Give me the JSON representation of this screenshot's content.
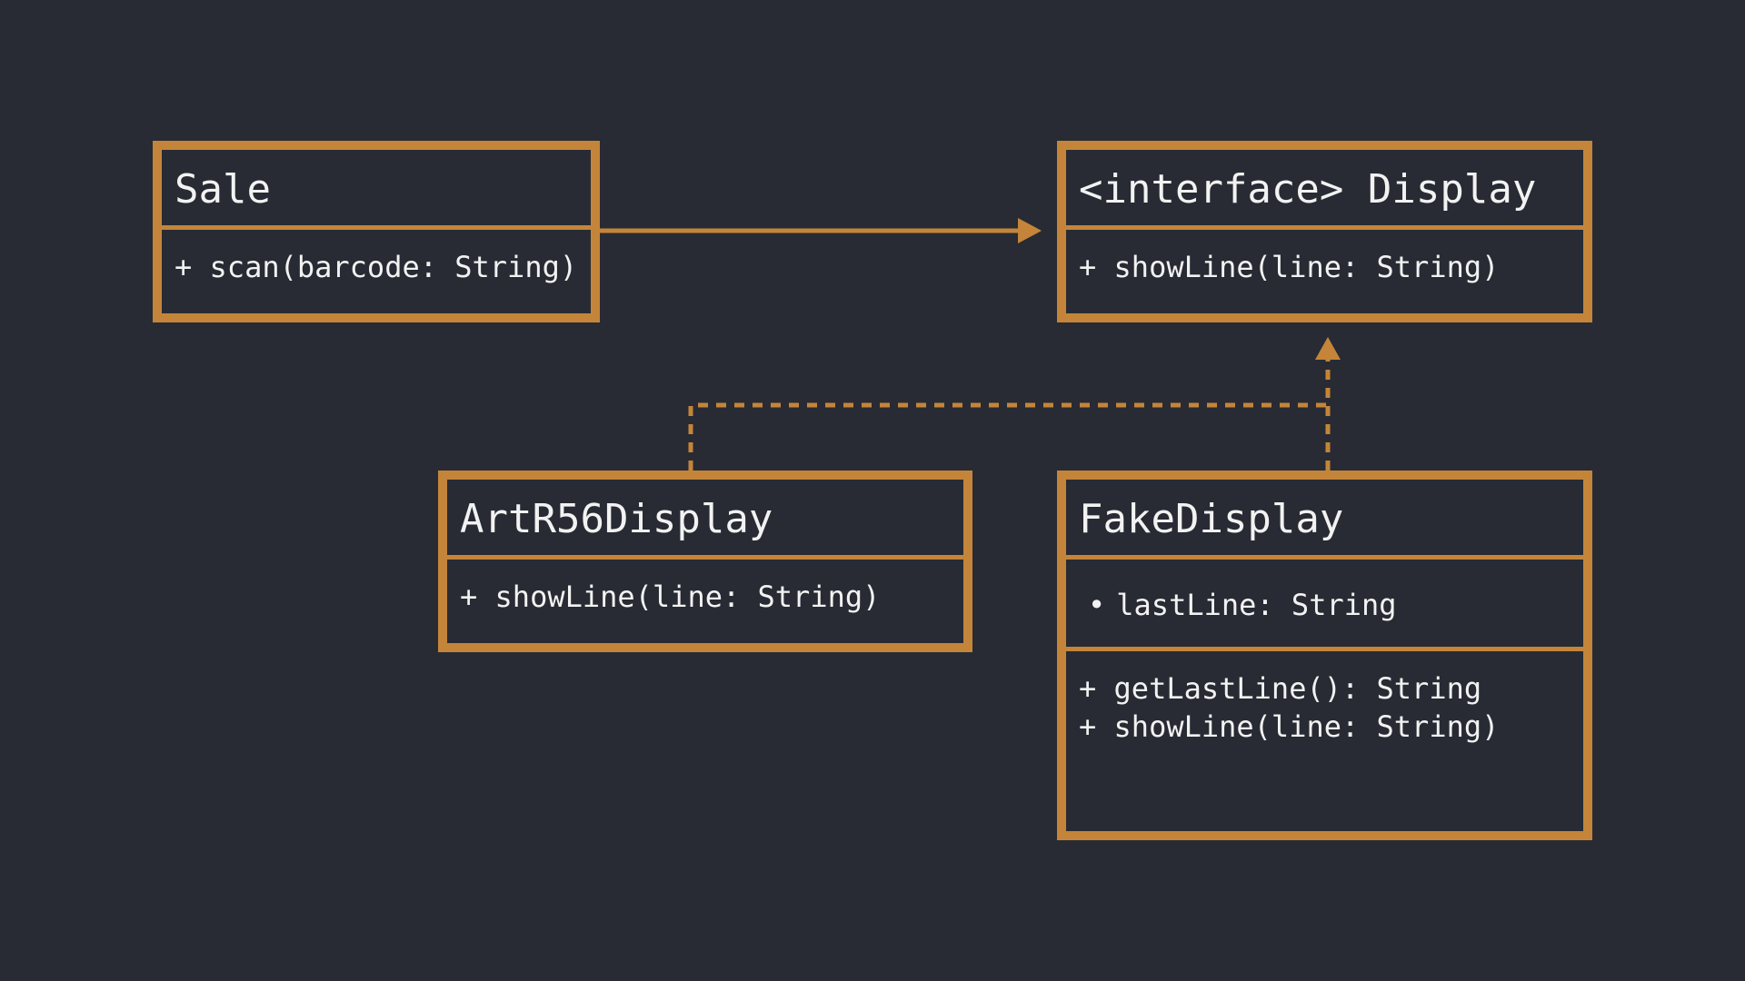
{
  "colors": {
    "background": "#282b33",
    "stroke": "#c4853a",
    "text": "#f2f2f2"
  },
  "classes": {
    "sale": {
      "name": "Sale",
      "methods": [
        "+ scan(barcode: String)"
      ]
    },
    "display": {
      "name": "<interface> Display",
      "methods": [
        "+ showLine(line: String)"
      ]
    },
    "artr56": {
      "name": "ArtR56Display",
      "methods": [
        "+ showLine(line: String)"
      ]
    },
    "fake": {
      "name": "FakeDisplay",
      "attribute_bullet": "•",
      "attributes": [
        "lastLine: String"
      ],
      "methods": [
        "+ getLastLine(): String",
        "+ showLine(line: String)"
      ]
    }
  },
  "relations": [
    {
      "from": "Sale",
      "to": "<interface> Display",
      "kind": "association"
    },
    {
      "from": "ArtR56Display",
      "to": "<interface> Display",
      "kind": "realization"
    },
    {
      "from": "FakeDisplay",
      "to": "<interface> Display",
      "kind": "realization"
    }
  ]
}
